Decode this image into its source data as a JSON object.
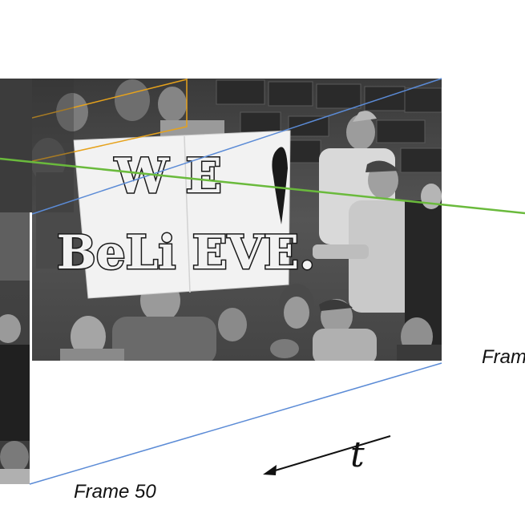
{
  "labels": {
    "frame_back": "Frame 50",
    "frame_front": "Fram",
    "time_symbol": "t"
  },
  "sign": {
    "line1": "W E",
    "line2": "BeLi EVE."
  },
  "colors": {
    "frustum_line": "#5b8bd6",
    "trajectory_line": "#6aba3c",
    "orange_box": "#e6a21c",
    "sign_ink": "#1a1a1a",
    "sign_paper": "#f2f2f2",
    "photo_dark": "#2b2b2b",
    "photo_mid": "#6a6a6a",
    "arrow": "#111111"
  },
  "icons": {
    "time_arrow": "arrow-left-icon"
  }
}
